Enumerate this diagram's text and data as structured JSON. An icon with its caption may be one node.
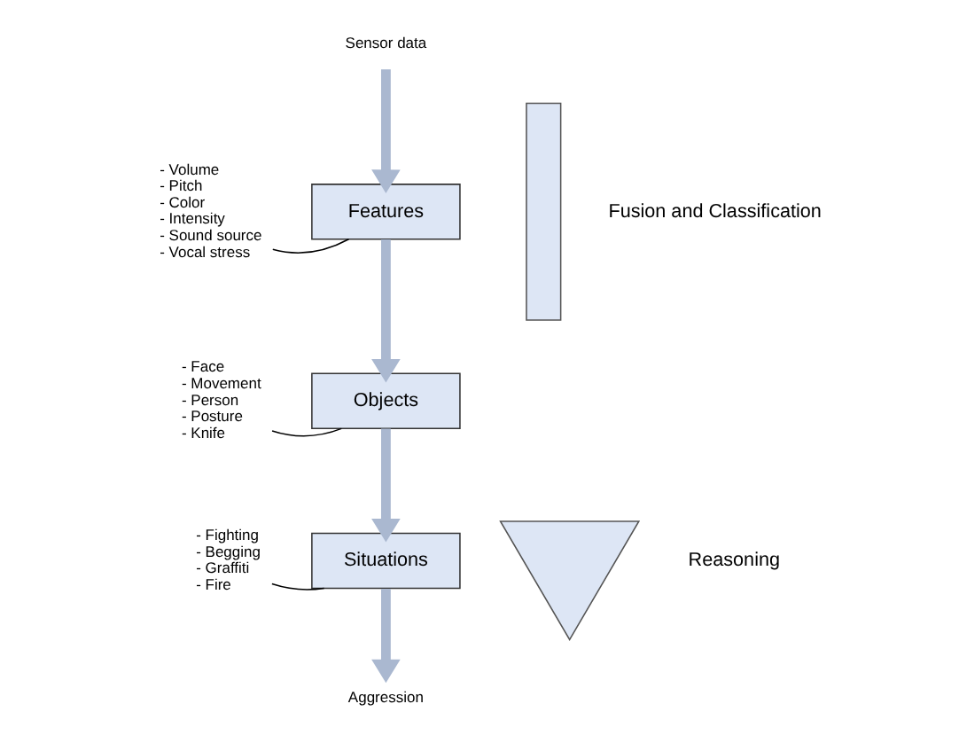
{
  "diagram": {
    "nodes": [
      {
        "text": [
          "Sensor data"
        ]
      },
      {
        "text": [
          "Features"
        ]
      },
      {
        "text": [
          "Objects"
        ]
      },
      {
        "text": [
          "Situations"
        ]
      },
      {
        "text": [
          "Aggression"
        ]
      },
      {
        "text": [
          "- Volume",
          "- Pitch",
          "- Color",
          "- Intensity",
          "- Sound source",
          "- Vocal stress"
        ]
      },
      {
        "text": [
          "- Face",
          "- Movement",
          "- Person",
          "- Posture",
          "- Knife"
        ]
      },
      {
        "text": [
          "- Fighting",
          "- Begging",
          "- Graffiti",
          "- Fire"
        ]
      },
      {
        "text": [],
        "shape": "box",
        "beside": [
          "Fusion and Classification"
        ]
      },
      {
        "text": [],
        "shape": "arrow",
        "beside": [
          "Reasoning"
        ]
      }
    ],
    "edges": [
      {
        "from": 0,
        "to": 1,
        "arrow": "to"
      },
      {
        "from": 1,
        "to": 2,
        "arrow": "to"
      },
      {
        "from": 2,
        "to": 3,
        "arrow": "to"
      },
      {
        "from": 3,
        "to": 4,
        "arrow": "to"
      },
      {
        "from": 5,
        "to": 1,
        "arrow": "none",
        "color": "#000000"
      },
      {
        "from": 6,
        "to": 2,
        "arrow": "none",
        "color": "#000000"
      },
      {
        "from": 7,
        "to": 3,
        "arrow": "none",
        "color": "#000000"
      }
    ]
  }
}
